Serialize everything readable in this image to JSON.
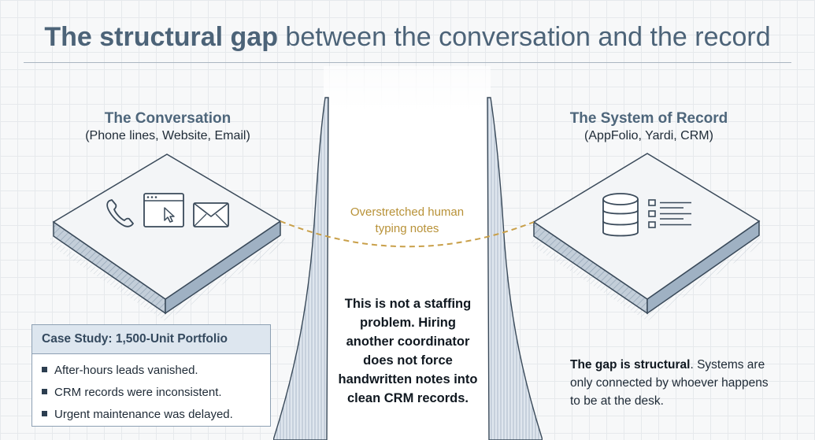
{
  "title": {
    "bold_part": "The structural gap",
    "regular_part": " between the conversation and the record"
  },
  "left": {
    "title": "The Conversation",
    "subtitle": "(Phone lines, Website, Email)",
    "icons": [
      "phone-icon",
      "browser-cursor-icon",
      "email-icon"
    ]
  },
  "right": {
    "title": "The System of Record",
    "subtitle": "(AppFolio, Yardi, CRM)",
    "icons": [
      "database-icon",
      "list-icon"
    ]
  },
  "bridge": {
    "line1": "Overstretched human",
    "line2": "typing notes"
  },
  "center_text": {
    "lines": [
      "This is not a staffing",
      "problem. Hiring",
      "another coordinator",
      "does not force",
      "handwritten notes into",
      "clean CRM records."
    ]
  },
  "case_study": {
    "title": "Case Study: 1,500-Unit Portfolio",
    "items": [
      "After-hours leads vanished.",
      "CRM records were inconsistent.",
      "Urgent maintenance was delayed."
    ]
  },
  "gap_note": {
    "strong": "The gap is structural",
    "rest": ". Systems are only connected by whoever happens to be at the desk."
  },
  "colors": {
    "title": "#4c6378",
    "accent_bridge": "#c9a04a",
    "platform_top": "#f3f5f7",
    "platform_side": "#b7c4d1",
    "line": "#3a4a5a"
  }
}
